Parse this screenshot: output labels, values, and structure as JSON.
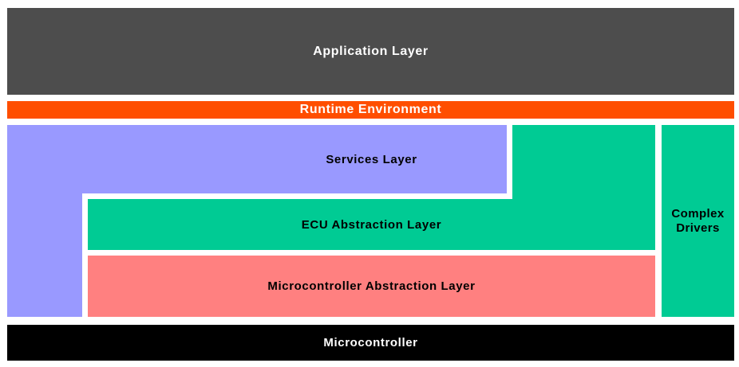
{
  "background": "#FFFFFF",
  "layers": {
    "application": {
      "label": "Application Layer",
      "color": "#4D4D4D",
      "text_color": "#FFFFFF"
    },
    "runtime_environment": {
      "label": "Runtime Environment",
      "color": "#FF4E00",
      "text_color": "#FFFFFF"
    },
    "services": {
      "label": "Services Layer",
      "color": "#9999FF",
      "text_color": "#000000"
    },
    "ecu_abstraction": {
      "label": "ECU Abstraction Layer",
      "color": "#00CB94",
      "text_color": "#000000"
    },
    "microcontroller_abstraction": {
      "label": "Microcontroller Abstraction Layer",
      "color": "#FF8080",
      "text_color": "#000000"
    },
    "complex_drivers": {
      "label": "Complex Drivers",
      "color": "#00CB94",
      "text_color": "#000000"
    },
    "microcontroller": {
      "label": "Microcontroller",
      "color": "#000000",
      "text_color": "#FFFFFF"
    }
  }
}
